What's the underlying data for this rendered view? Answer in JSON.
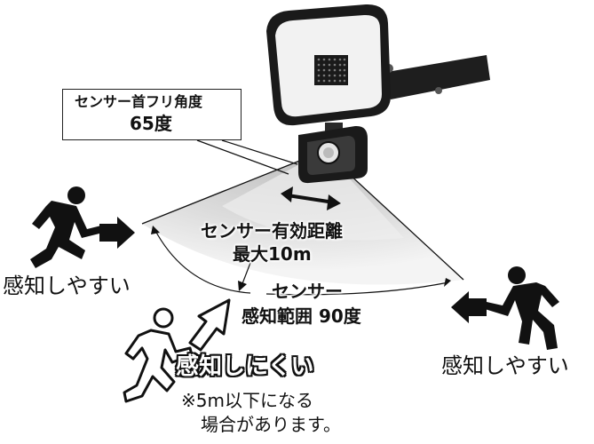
{
  "sensor_angle": {
    "label": "センサー首フリ角度",
    "value": "65度"
  },
  "detection_distance": {
    "label": "センサー有効距離",
    "value": "最大10m"
  },
  "detection_range": {
    "label": "センサー",
    "value": "感知範囲 90度"
  },
  "easy_left": "感知しやすい",
  "easy_right": "感知しやすい",
  "hard": {
    "label": "感知しにくい",
    "note_line1": "※5m以下になる",
    "note_line2": "場合があります。"
  },
  "icons": [
    "floodlight-icon",
    "motion-sensor-icon",
    "running-person-icon",
    "arrow-icon"
  ]
}
